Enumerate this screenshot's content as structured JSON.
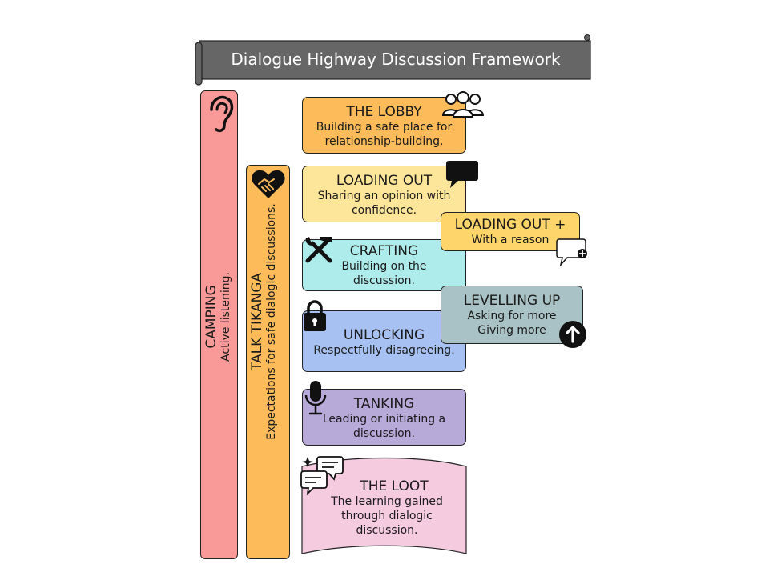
{
  "title": "Dialogue Highway Discussion Framework",
  "camping": {
    "title": "CAMPING",
    "subtitle": "Active listening."
  },
  "tikanga": {
    "title": "TALK TIKANGA",
    "subtitle": "Expectations for safe dialogic discussions."
  },
  "stages": {
    "lobby": {
      "title": "THE LOBBY",
      "line1": "Building a safe place for",
      "line2": "relationship-building."
    },
    "loading_out": {
      "title": "LOADING OUT",
      "line1": "Sharing an opinion with",
      "line2": "confidence."
    },
    "loading_out_plus": {
      "title": "LOADING OUT +",
      "line1": "With a reason"
    },
    "crafting": {
      "title": "CRAFTING",
      "line1": "Building on the",
      "line2": "discussion."
    },
    "levelling_up": {
      "title": "LEVELLING UP",
      "line1": "Asking for more",
      "line2": "Giving more"
    },
    "unlocking": {
      "title": "UNLOCKING",
      "line1": "Respectfully disagreeing."
    },
    "tanking": {
      "title": "TANKING",
      "line1": "Leading or initiating a",
      "line2": "discussion."
    },
    "loot": {
      "title": "THE LOOT",
      "line1": "The learning gained",
      "line2": "through dialogic",
      "line3": "discussion."
    }
  },
  "icons": [
    "ear-icon",
    "handshake-heart-icon",
    "people-group-icon",
    "speech-bubble-icon",
    "speech-bubble-plus-icon",
    "tools-icon",
    "padlock-icon",
    "arrow-up-circle-icon",
    "microphone-icon",
    "chat-bubbles-icon"
  ],
  "colors": {
    "banner": "#666666",
    "camping": "#f99a98",
    "tikanga": "#fdbb5a",
    "lobby": "#fdbb5a",
    "loading_out": "#fde59a",
    "loading_out_plus": "#fdd56a",
    "crafting": "#aeeceb",
    "levelling_up": "#a9c2c5",
    "unlocking": "#a7c1f2",
    "tanking": "#b7a9d8",
    "loot": "#f5cbe0"
  }
}
